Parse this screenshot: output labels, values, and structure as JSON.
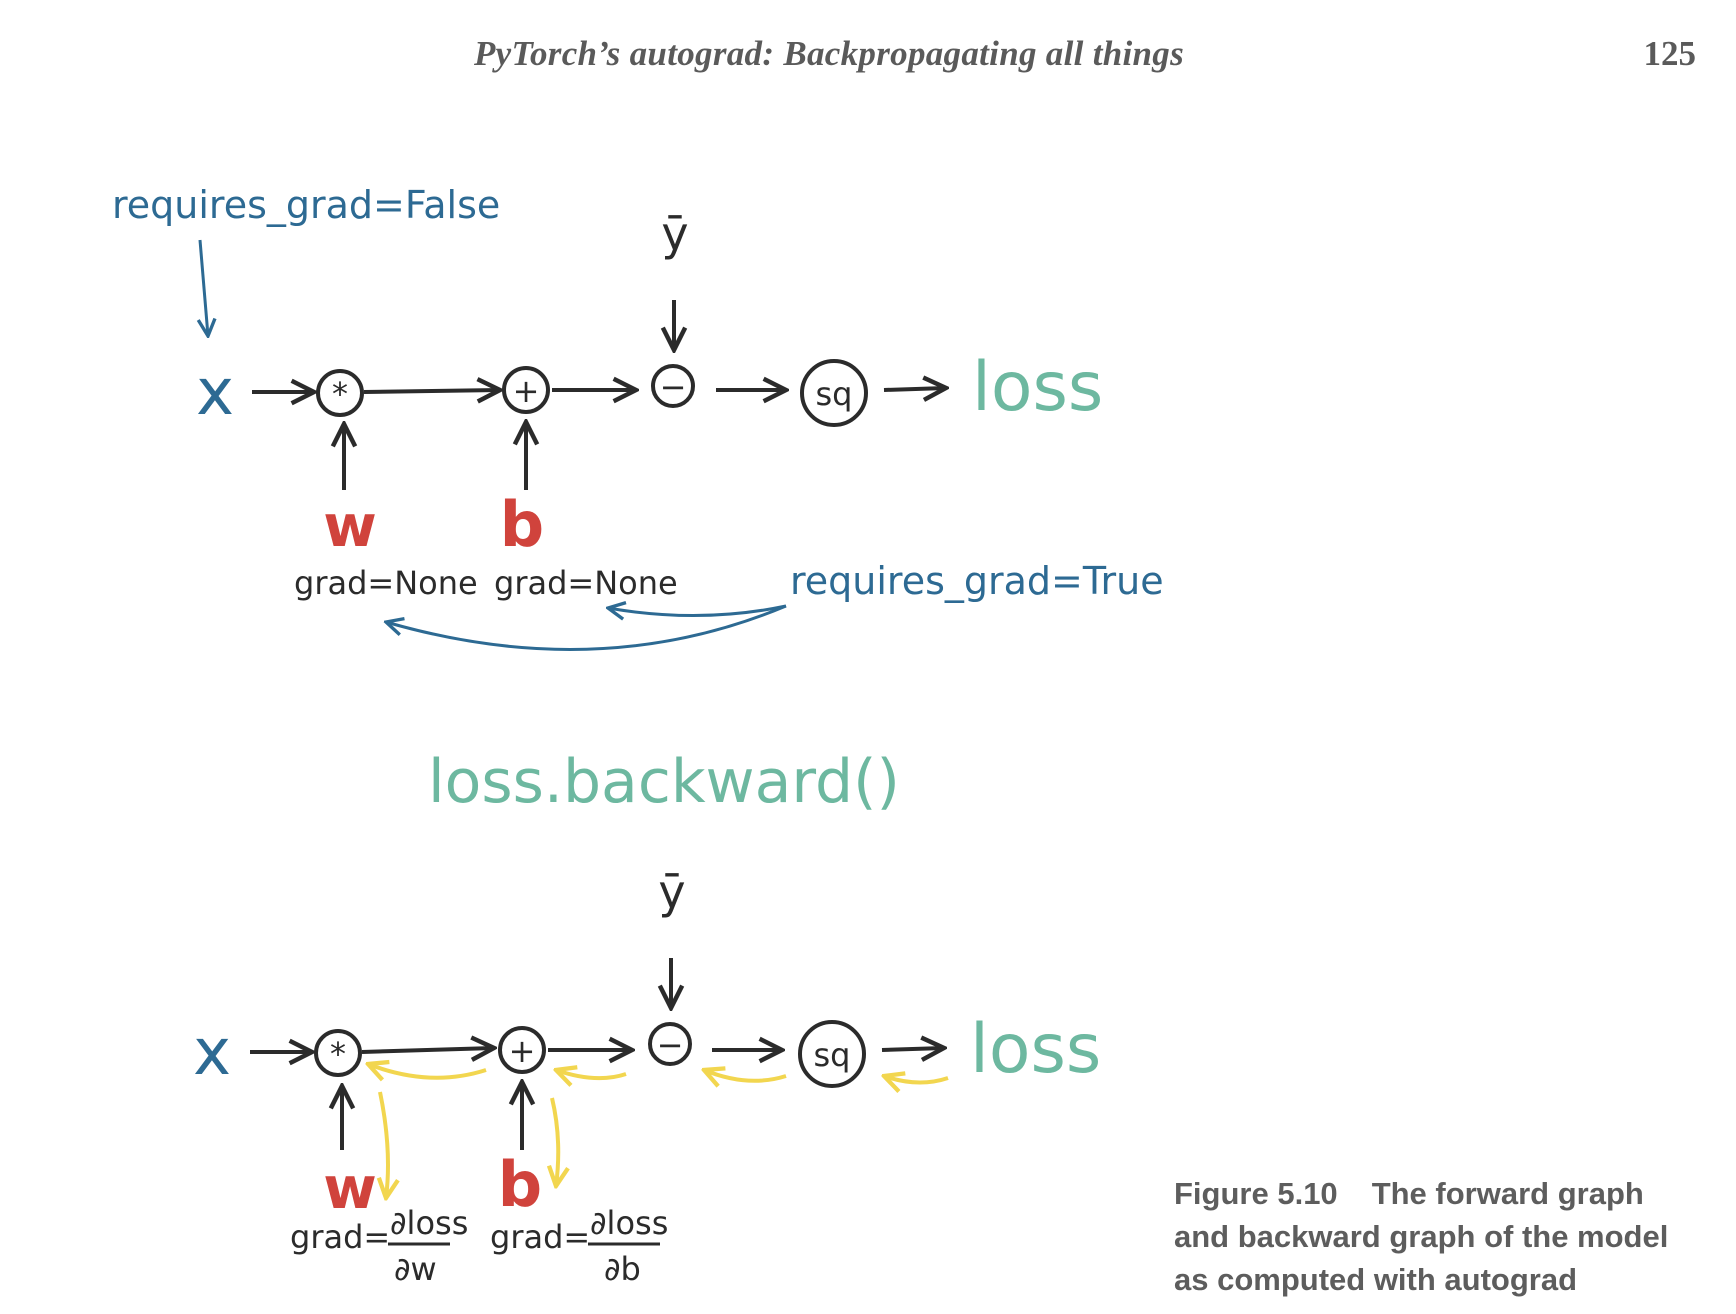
{
  "header": {
    "running_title": "PyTorch’s autograd: Backpropagating all things",
    "page_number": "125"
  },
  "forward_graph": {
    "input": "x",
    "mul_op": "*",
    "add_op": "+",
    "sub_op": "−",
    "square_op": "sq",
    "target": "ȳ",
    "output": "loss",
    "weight": "w",
    "bias": "b",
    "weight_grad": "grad=None",
    "bias_grad": "grad=None",
    "input_note": "requires_grad=False",
    "params_note": "requires_grad=True"
  },
  "backward_call": "loss.backward()",
  "backward_graph": {
    "input": "x",
    "mul_op": "*",
    "add_op": "+",
    "sub_op": "−",
    "square_op": "sq",
    "target": "ȳ",
    "output": "loss",
    "weight": "w",
    "bias": "b",
    "grad_prefix_w": "grad=",
    "grad_prefix_b": "grad=",
    "grad_w_numerator": "∂loss",
    "grad_w_denominator": "∂w",
    "grad_b_numerator": "∂loss",
    "grad_b_denominator": "∂b"
  },
  "caption": {
    "label": "Figure 5.10",
    "text": "The forward graph and backward graph of the model as computed with autograd"
  },
  "colors": {
    "ink": "#2b2b2b",
    "blue": "#2d6a93",
    "red": "#d0433c",
    "teal": "#6db8a0",
    "yellow": "#f2d64f"
  }
}
